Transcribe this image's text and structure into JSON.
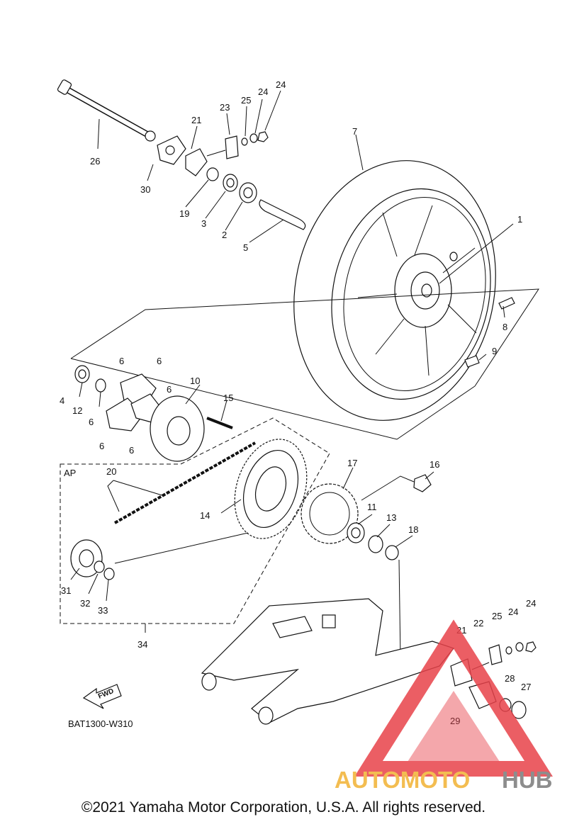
{
  "diagram": {
    "part_numbers": [
      "1",
      "2",
      "3",
      "4",
      "5",
      "6",
      "7",
      "8",
      "9",
      "10",
      "11",
      "12",
      "13",
      "14",
      "15",
      "16",
      "17",
      "18",
      "19",
      "20",
      "21",
      "22",
      "23",
      "24",
      "25",
      "26",
      "27",
      "28",
      "29",
      "30",
      "31",
      "32",
      "33",
      "34"
    ],
    "group_label": "AP",
    "direction_label": "FWD",
    "drawing_code": "BAT1300-W310"
  },
  "watermark": {
    "brand_left": "AUTOMOTO",
    "brand_right": "HUB",
    "colors": {
      "triangle": "#e8424a",
      "auto": "#f2b233",
      "hub": "#7a7a7a"
    }
  },
  "footer": {
    "copyright": "©2021 Yamaha Motor Corporation, U.S.A. All rights reserved."
  }
}
